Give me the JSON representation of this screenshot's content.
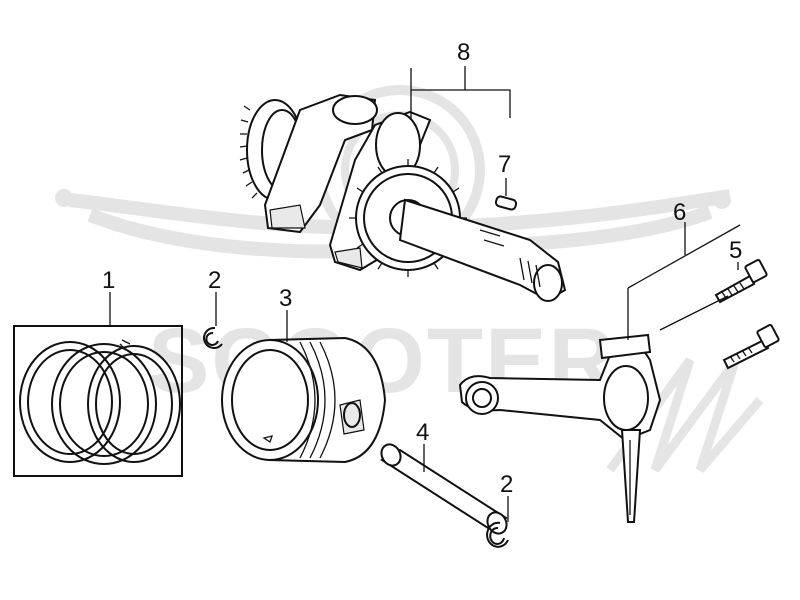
{
  "callouts": {
    "piston_rings": "1",
    "circlip_upper": "2",
    "piston": "3",
    "piston_pin": "4",
    "bolt": "5",
    "connecting_rod": "6",
    "key": "7",
    "crankshaft": "8",
    "circlip_lower": "2"
  },
  "watermark": {
    "text": "SCOOTER",
    "color": "#cfcfcf"
  },
  "colors": {
    "line": "#111111",
    "background": "#ffffff"
  }
}
